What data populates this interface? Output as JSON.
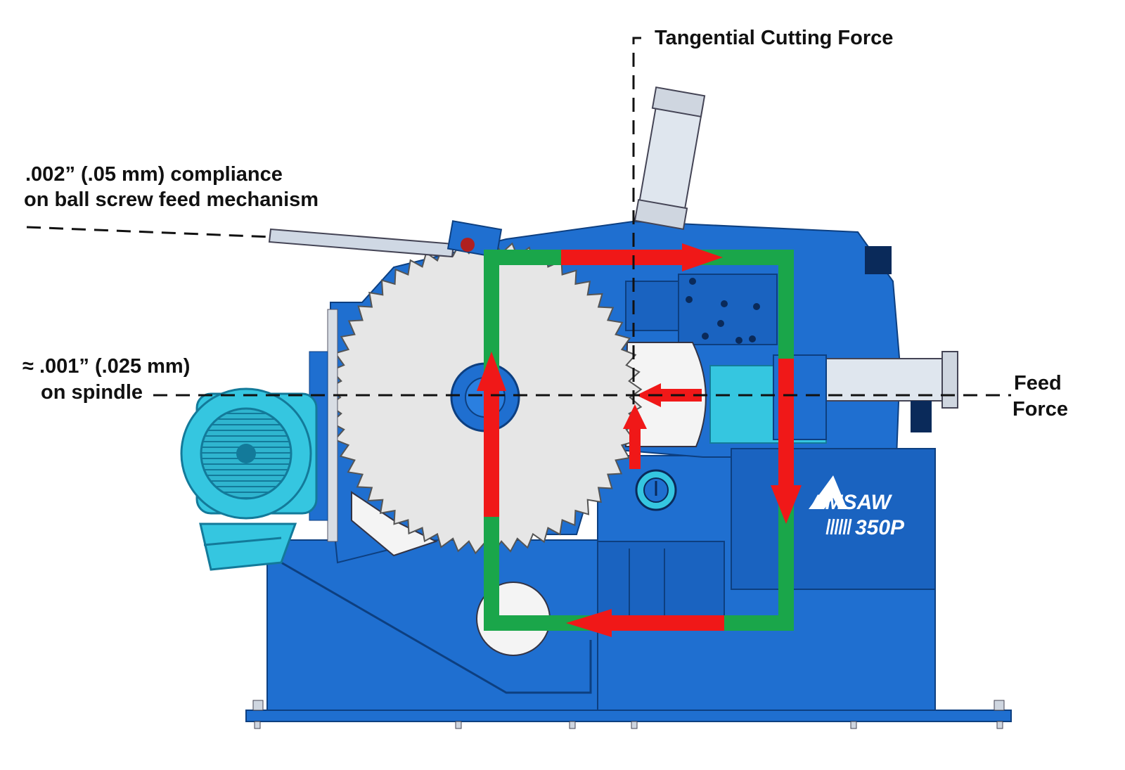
{
  "labels": {
    "tangential": "Tangential Cutting Force",
    "ballscrew_line1": ".002” (.05 mm) compliance",
    "ballscrew_line2": "on ball screw feed mechanism",
    "spindle_line1": "≈ .001” (.025 mm)",
    "spindle_line2": "on spindle",
    "feed_line1": "Feed",
    "feed_line2": "Force"
  },
  "brand": {
    "logo": "AMSAW",
    "model": "350P"
  },
  "colors": {
    "machine_blue": "#1f6fd0",
    "machine_dark": "#1656a8",
    "accent_cyan": "#35c6e0",
    "blade": "#e6e6e6",
    "force_path": "#1aa64a",
    "force_arrow": "#f01818",
    "dash_line": "#111111"
  },
  "icons": [
    "motor-fan-icon",
    "saw-blade-icon",
    "pneumatic-cylinder-icon",
    "gauge-icon"
  ]
}
